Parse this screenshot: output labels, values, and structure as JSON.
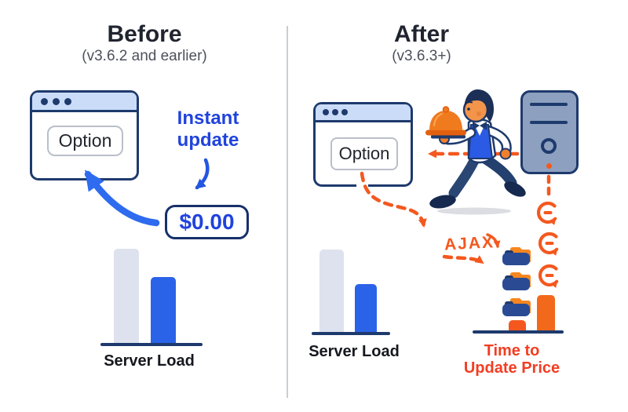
{
  "before": {
    "title": "Before",
    "subtitle": "(v3.6.2 and earlier)",
    "browser": {
      "button_label": "Option"
    },
    "annotation": "Instant update",
    "price_badge": "$0.00"
  },
  "after": {
    "title": "After",
    "subtitle": "(v3.6.3+)",
    "browser": {
      "button_label": "Option"
    },
    "ajax_label": "AJAX"
  },
  "chart_data": [
    {
      "type": "bar",
      "panel": "before",
      "title": "Server Load",
      "label": "Server Load",
      "bars": [
        {
          "name": "without-ajax",
          "color": "#dde2ee",
          "relative_height": 1.0
        },
        {
          "name": "with-instant-update",
          "color": "#2b63e8",
          "relative_height": 0.7
        }
      ]
    },
    {
      "type": "bar",
      "panel": "after",
      "title": "Server Load",
      "label": "Server Load",
      "bars": [
        {
          "name": "before-update",
          "color": "#dde2ee",
          "relative_height": 1.0
        },
        {
          "name": "after-update",
          "color": "#2b63e8",
          "relative_height": 0.58
        }
      ]
    },
    {
      "type": "bar",
      "panel": "after",
      "title": "Time to Update Price",
      "label": "Time to Update Price",
      "bars": [
        {
          "name": "short",
          "color": "#f4581f",
          "relative_height": 0.29
        },
        {
          "name": "tall",
          "color": "#f2691c",
          "relative_height": 1.0
        }
      ]
    }
  ],
  "colors": {
    "navy": "#1e3a6d",
    "blue": "#2b63e8",
    "blue_text": "#2043de",
    "arrow_blue": "#2e6bee",
    "orange": "#f4581f",
    "orange_label": "#f23d22",
    "titlebar_blue": "#cadcf8",
    "gray_bar": "#dde2ee",
    "server_fill": "#8da0bf",
    "divider": "#c9ced5"
  }
}
